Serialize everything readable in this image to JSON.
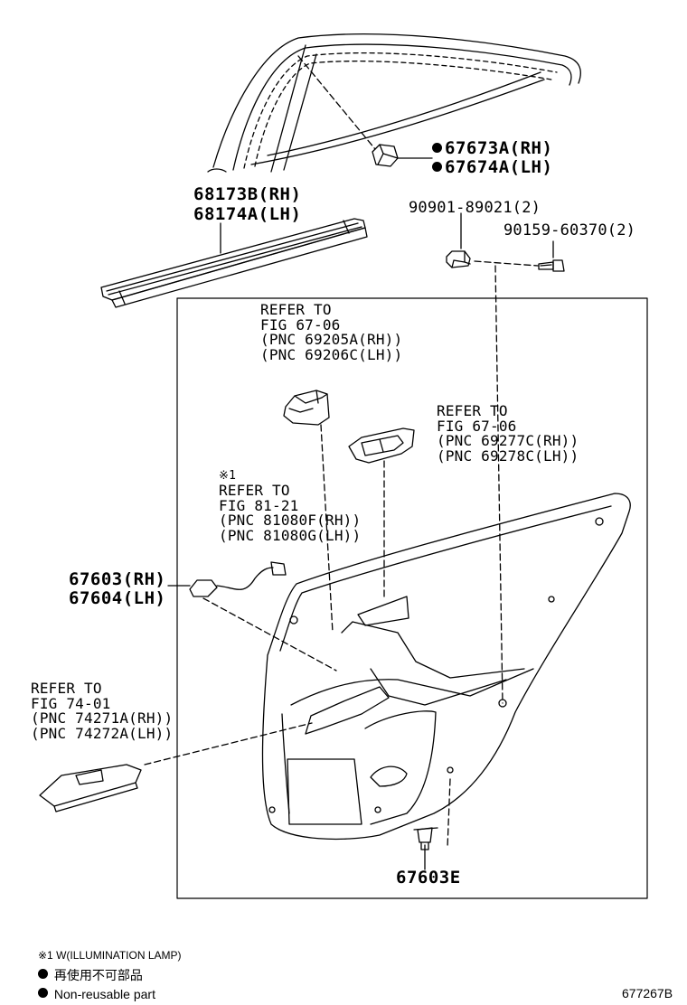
{
  "labels": {
    "clip_rh": "67673A(RH)",
    "clip_lh": "67674A(LH)",
    "weatherstrip_rh": "68173B(RH)",
    "weatherstrip_lh": "68174A(LH)",
    "grommet": "90901-89021(2)",
    "screw": "90159-60370(2)",
    "panel_rh": "67603(RH)",
    "panel_lh": "67604(LH)",
    "panel_clip": "67603E"
  },
  "refs": {
    "upper": [
      "REFER TO",
      "FIG 67-06",
      "(PNC 69205A(RH))",
      "(PNC 69206C(LH))"
    ],
    "handle": [
      "REFER TO",
      "FIG 67-06",
      "(PNC 69277C(RH))",
      "(PNC 69278C(LH))"
    ],
    "lamp_mark": "※1",
    "lamp": [
      "REFER TO",
      "FIG 81-21",
      "(PNC 81080F(RH))",
      "(PNC 81080G(LH))"
    ],
    "switch": [
      "REFER TO",
      "FIG 74-01",
      "(PNC 74271A(RH))",
      "(PNC 74272A(LH))"
    ]
  },
  "notes": {
    "note1": "※1 W(ILLUMINATION LAMP)",
    "note2": "再使用不可部品",
    "note3": "Non-reusable part"
  },
  "figure_id": "677267B"
}
